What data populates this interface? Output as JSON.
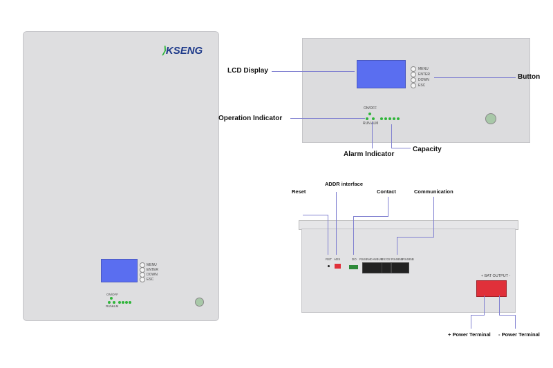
{
  "brand": "KSENG",
  "buttons": [
    "MENU",
    "ENTER",
    "DOWN",
    "ESC"
  ],
  "indicators": {
    "onoff": "ON/OFF",
    "run": "RUN",
    "alm": "ALM"
  },
  "callouts": {
    "lcd": "LCD Display",
    "button": "Button",
    "operation": "Operation Indicator",
    "alarm": "Alarm Indicator",
    "capacity": "Capacity",
    "reset": "Reset",
    "addr": "ADDR interface",
    "contact": "Contact",
    "communication": "Communication",
    "pos": "+ Power Terminal",
    "neg": "- Power Terminal"
  },
  "ports": {
    "rst": "RST",
    "ads": "ADS",
    "do": "DO",
    "rs485a": "RS485A",
    "canbus": "CANBUS",
    "rs232": "RS232",
    "rs485b": "RS485B",
    "rs485b2": "RS485B"
  },
  "bat_output": "+ BAT OUTPUT -",
  "colors": {
    "lcd": "#5a6ef0",
    "led": "#2fb53a",
    "brand": "#1e3a8a",
    "line": "#7f7fd0"
  }
}
